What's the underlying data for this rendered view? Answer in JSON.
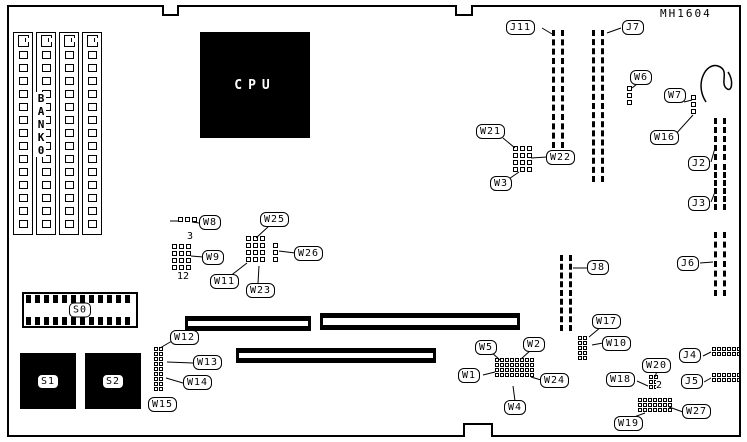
{
  "title": "MH1604",
  "cpu": {
    "label": "CPU"
  },
  "memory": {
    "bank_label": "BANK0"
  },
  "chips": {
    "s0": "S0",
    "s1": "S1",
    "s2": "S2"
  },
  "callouts": {
    "j11": "J11",
    "j7": "J7",
    "w6": "W6",
    "w7": "W7",
    "w16": "W16",
    "j2": "J2",
    "j3": "J3",
    "w21": "W21",
    "w22": "W22",
    "w3": "W3",
    "w8": "W8",
    "w25": "W25",
    "w9": "W9",
    "w11": "W11",
    "w26": "W26",
    "w23": "W23",
    "j8": "J8",
    "j6": "J6",
    "w12": "W12",
    "w13": "W13",
    "w14": "W14",
    "w15": "W15",
    "w5": "W5",
    "w2": "W2",
    "w1": "W1",
    "w24": "W24",
    "w4": "W4",
    "w17": "W17",
    "w10": "W10",
    "w20": "W20",
    "w18": "W18",
    "j4": "J4",
    "j5": "J5",
    "w19": "W19",
    "w27": "W27"
  },
  "pin_numbers": {
    "n3": "3",
    "n12": "12",
    "n2": "2"
  }
}
